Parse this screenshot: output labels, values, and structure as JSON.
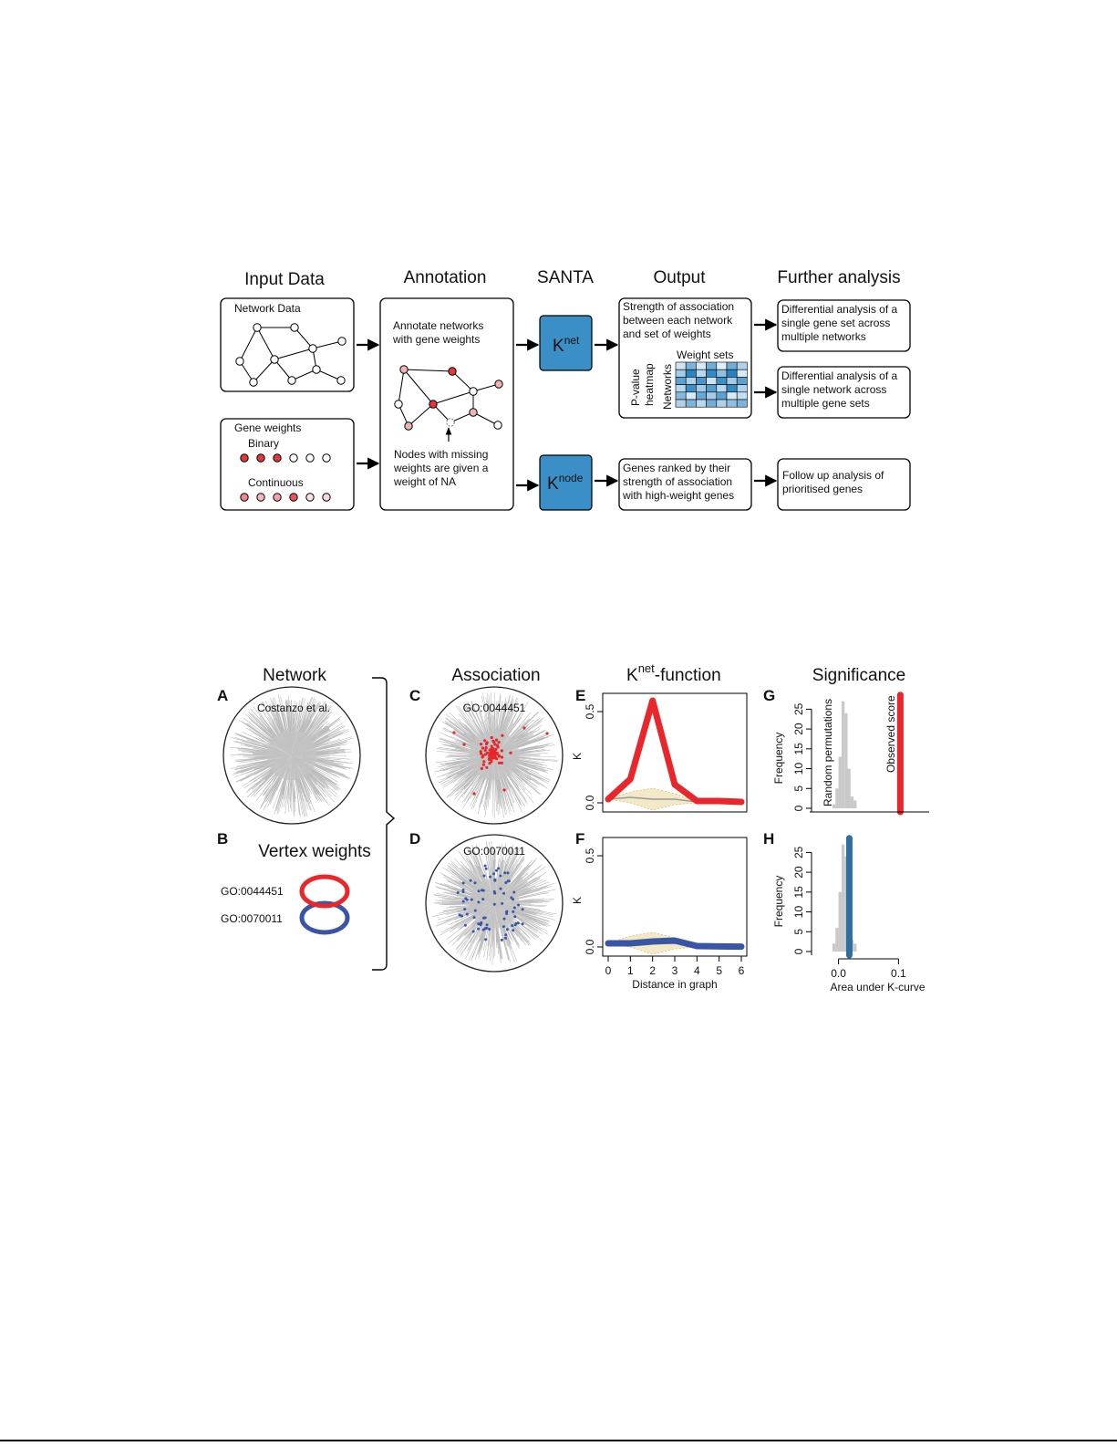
{
  "flow": {
    "headers": {
      "input": "Input Data",
      "annotation": "Annotation",
      "santa": "SANTA",
      "output": "Output",
      "further": "Further analysis"
    },
    "network_data_label": "Network Data",
    "gene_weights": {
      "title": "Gene weights",
      "binary_label": "Binary",
      "continuous_label": "Continuous",
      "binary_values": [
        1,
        1,
        1,
        0,
        0,
        0
      ],
      "continuous_values": [
        0.6,
        0.35,
        0.45,
        0.85,
        0.15,
        0.2
      ]
    },
    "annotation": {
      "lines_top": [
        "Annotate networks",
        "with gene weights"
      ],
      "lines_bottom": [
        "Nodes with missing",
        "weights are given a",
        "weight of NA"
      ]
    },
    "santa": {
      "knet_base": "K",
      "knet_sup": "net",
      "knode_base": "K",
      "knode_sup": "node",
      "box_color": "#3a8fc7"
    },
    "output": {
      "top_lines": [
        "Strength of association",
        "between each network",
        "and set of weights"
      ],
      "weight_sets_label": "Weight sets",
      "networks_label": "Networks",
      "pvalue_label": "P-value",
      "heatmap_label": "heatmap",
      "heatmap": [
        [
          0.15,
          0.55,
          0.1,
          0.6,
          0.05,
          0.6,
          0.3
        ],
        [
          0.35,
          0.95,
          0.25,
          0.9,
          0.45,
          0.95,
          0.1
        ],
        [
          0.7,
          0.3,
          0.8,
          0.15,
          0.85,
          0.35,
          0.7
        ],
        [
          0.25,
          0.85,
          0.35,
          0.75,
          0.25,
          0.9,
          0.3
        ],
        [
          0.5,
          0.1,
          0.65,
          0.35,
          0.7,
          0.1,
          0.2
        ],
        [
          0.3,
          0.55,
          0.25,
          0.6,
          0.3,
          0.45,
          0.55
        ]
      ],
      "bottom_lines": [
        "Genes ranked by their",
        "strength of association",
        "with high-weight genes"
      ]
    },
    "further": {
      "box1": [
        "Differential analysis of a",
        "single gene set across",
        "multiple networks"
      ],
      "box2": [
        "Differential analysis of a",
        "single network across",
        "multiple gene sets"
      ],
      "box3": [
        "Follow up analysis of",
        "prioritised genes"
      ]
    }
  },
  "panels": {
    "headers": {
      "network": "Network",
      "association": "Association",
      "knet_base": "K",
      "knet_sup": "net",
      "knet_suffix": "-function",
      "significance": "Significance"
    },
    "letters": [
      "A",
      "B",
      "C",
      "D",
      "E",
      "F",
      "G",
      "H"
    ],
    "network_label": "Costanzo et al.",
    "vertex_weights_title": "Vertex weights",
    "go_red": "GO:0044451",
    "go_blue": "GO:0070011",
    "red_color": "#e8262b",
    "blue_color": "#3a55a6",
    "knet_plot_blue_color": "#3a55a6",
    "sig_blue_color": "#2d6fa0"
  },
  "chart_data": [
    {
      "id": "E",
      "type": "line",
      "ylabel": "K",
      "yticks": [
        0.0,
        0.5
      ],
      "ylim": [
        -0.05,
        0.6
      ],
      "xlim": [
        0,
        6
      ],
      "series": [
        {
          "color": "#e8262b",
          "x": [
            0,
            1,
            2,
            3,
            4,
            5,
            6
          ],
          "values": [
            0.02,
            0.13,
            0.56,
            0.1,
            0.01,
            0.01,
            0.005
          ]
        }
      ],
      "null_band": {
        "lower": [
          0.02,
          0.0,
          -0.04,
          -0.01,
          0.0,
          0.0,
          0.0
        ],
        "upper": [
          0.02,
          0.06,
          0.08,
          0.05,
          0.01,
          0.0,
          0.0
        ],
        "mean": [
          0.02,
          0.03,
          0.02,
          0.02,
          0.005,
          0.0,
          0.0
        ]
      }
    },
    {
      "id": "F",
      "type": "line",
      "ylabel": "K",
      "xlabel": "Distance in graph",
      "yticks": [
        0.0,
        0.5
      ],
      "xticks": [
        0,
        1,
        2,
        3,
        4,
        5,
        6
      ],
      "ylim": [
        -0.05,
        0.6
      ],
      "xlim": [
        0,
        6
      ],
      "series": [
        {
          "color": "#3a55a6",
          "x": [
            0,
            1,
            2,
            3,
            4,
            5,
            6
          ],
          "values": [
            0.02,
            0.02,
            0.03,
            0.035,
            0.005,
            0.003,
            0.002
          ]
        }
      ],
      "null_band": {
        "lower": [
          0.02,
          0.0,
          -0.04,
          -0.01,
          0.0,
          0.0,
          0.0
        ],
        "upper": [
          0.02,
          0.06,
          0.08,
          0.05,
          0.01,
          0.0,
          0.0
        ],
        "mean": [
          0.02,
          0.03,
          0.02,
          0.02,
          0.005,
          0.0,
          0.0
        ]
      }
    },
    {
      "id": "G",
      "type": "bar",
      "ylabel": "Frequency",
      "yticks": [
        0,
        5,
        10,
        15,
        20,
        25
      ],
      "ylim": [
        0,
        29
      ],
      "xlim": [
        -0.045,
        0.145
      ],
      "histogram": {
        "bin_start": -0.01,
        "bin_width": 0.005,
        "counts": [
          1,
          5,
          13,
          27,
          24,
          10,
          3,
          2
        ]
      },
      "observed_score": 0.103,
      "observed_color": "#e8262b",
      "random_label": "Random permutations",
      "observed_label": "Observed score"
    },
    {
      "id": "H",
      "type": "bar",
      "ylabel": "Frequency",
      "xlabel": "Area under K-curve",
      "yticks": [
        0,
        5,
        10,
        15,
        20,
        25
      ],
      "xticks": [
        0.0,
        0.1
      ],
      "xtick_labels": [
        "0.0",
        "0.1"
      ],
      "ylim": [
        0,
        29
      ],
      "xlim": [
        -0.045,
        0.145
      ],
      "histogram": {
        "bin_start": -0.01,
        "bin_width": 0.005,
        "counts": [
          2,
          6,
          15,
          27,
          24,
          10,
          3,
          2
        ]
      },
      "observed_score": 0.018,
      "observed_color": "#2d6fa0"
    }
  ]
}
